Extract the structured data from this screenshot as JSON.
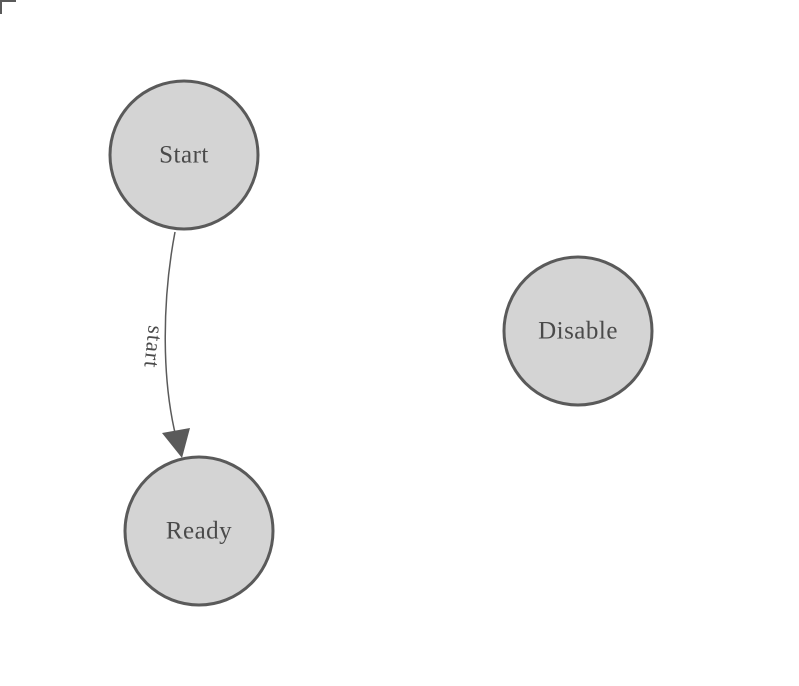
{
  "diagram": {
    "type": "state-diagram",
    "nodes": [
      {
        "id": "start",
        "label": "Start"
      },
      {
        "id": "ready",
        "label": "Ready"
      },
      {
        "id": "disable",
        "label": "Disable"
      }
    ],
    "edges": [
      {
        "from": "start",
        "to": "ready",
        "label": "start"
      }
    ],
    "colors": {
      "background": "#ffffff",
      "node_fill": "#d4d4d4",
      "node_stroke": "#5a5a5a",
      "edge_stroke": "#5a5a5a",
      "arrowhead_fill": "#5a5a5a",
      "text": "#4a4a4a"
    }
  }
}
